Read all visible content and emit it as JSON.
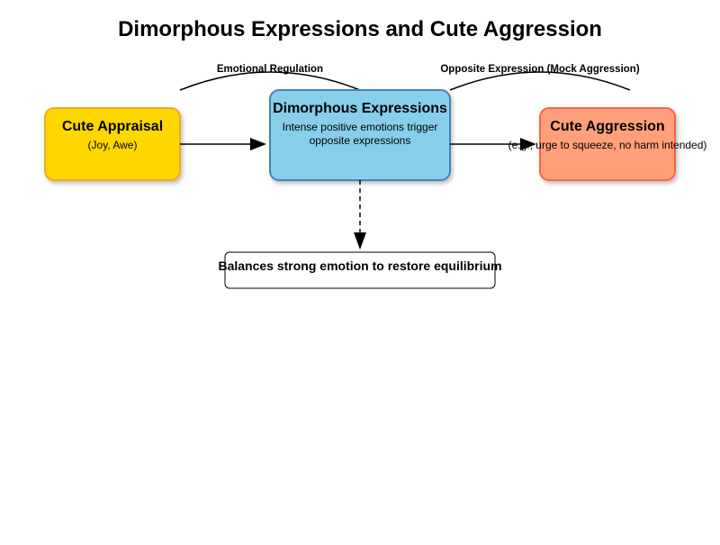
{
  "title": "Dimorphous Expressions and Cute Aggression",
  "nodes": {
    "cute_appraisal": {
      "title": "Cute Appraisal",
      "subtitle": "(Joy, Awe)",
      "fill": "#FFD700",
      "stroke": "#F5A623"
    },
    "dimorphous": {
      "title": "Dimorphous Expressions",
      "line1": "Intense positive emotions trigger",
      "line2": "opposite expressions",
      "fill": "#87CEEB",
      "stroke": "#4682B4"
    },
    "cute_aggression": {
      "title": "Cute Aggression",
      "subtitle": "(e.g., urge to squeeze, no harm intended)",
      "fill": "#FFA07A",
      "stroke": "#FF6347"
    },
    "balance": {
      "text": "Balances strong emotion to restore equilibrium",
      "fill": "#ffffff",
      "stroke": "#000000"
    }
  },
  "edge_labels": {
    "emotional_regulation": "Emotional Regulation",
    "opposite_expression": "Opposite Expression (Mock Aggression)"
  }
}
